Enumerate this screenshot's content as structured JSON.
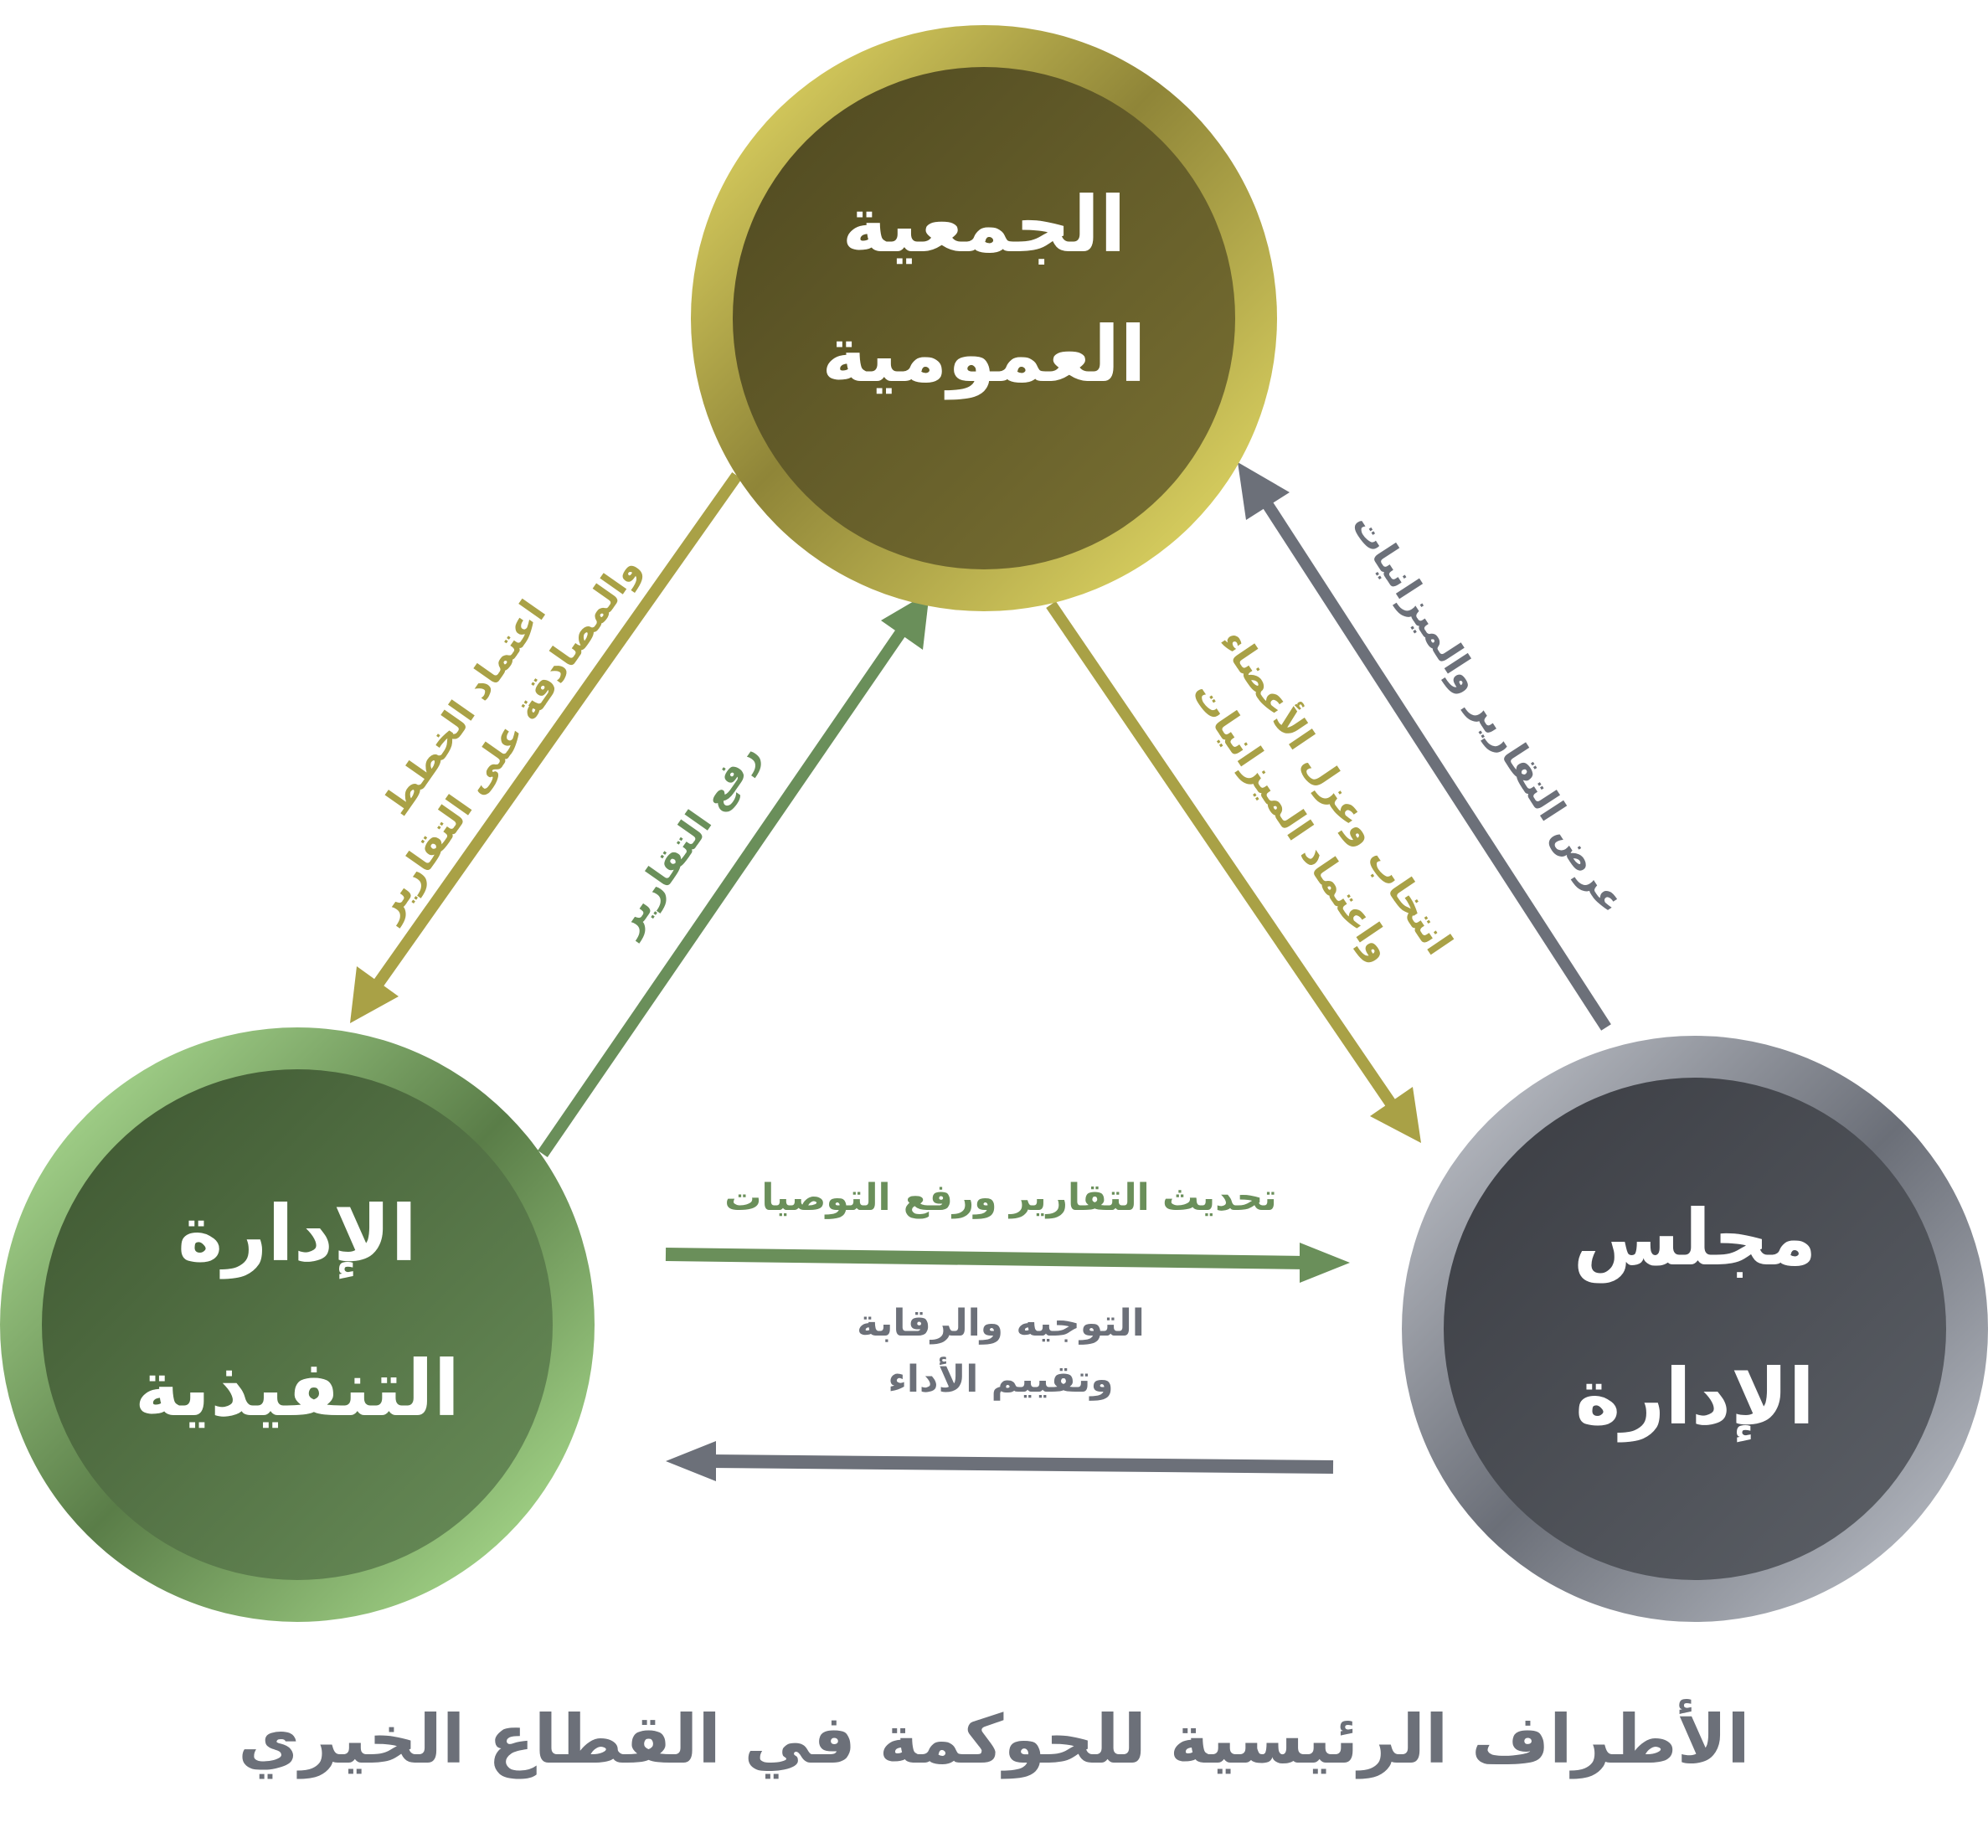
{
  "title": "الأطراف الرئيسية للحوكمة في القطاع الخيري",
  "nodes": {
    "general_assembly": {
      "line1": "الجمعية",
      "line2": "العمومية"
    },
    "executive_management": {
      "line1": "الإدارة",
      "line2": "التنفيذية"
    },
    "board": {
      "line1": "مجلس",
      "line2": "الإدارة"
    }
  },
  "edges": {
    "ga_to_exec": {
      "line1": "اعتماد الخطط",
      "line2": "والمصادقة على التقارير"
    },
    "exec_to_ga": {
      "line1": "رفع التقارير"
    },
    "ga_to_board": {
      "line1": "انتخاب وعزل الأعضاء",
      "line2": "واعتماد الميزانيات"
    },
    "board_to_ga": {
      "line1": "عرض التقارير والميزانيات"
    },
    "exec_to_board": {
      "line1": "تحديث التقارير ورفع التوصيات"
    },
    "board_to_exec": {
      "line1": "التوجيه والرقابة",
      "line2": "وتقييم الأداء"
    }
  },
  "colors": {
    "olive": "#a9a146",
    "green": "#6a8f5a",
    "gray": "#6c7079",
    "title": "#6c7079",
    "ga_fill": "#635c28",
    "exec_fill": "#4a6a3c",
    "board_fill": "#4a4d55"
  }
}
